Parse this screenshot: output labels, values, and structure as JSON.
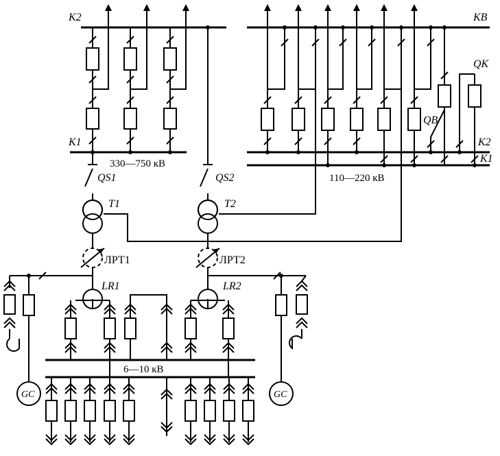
{
  "labels": {
    "k2_left": "K2",
    "k1_left": "K1",
    "kb": "KB",
    "k2_right": "K2",
    "k1_right": "K1",
    "qk": "QK",
    "qb": "QB",
    "hv_voltage": "330—750 кВ",
    "mv_voltage": "110—220 кВ",
    "lv_voltage": "6—10 кВ",
    "qs1": "QS1",
    "qs2": "QS2",
    "t1": "T1",
    "t2": "T2",
    "lrt1": "ЛРТ1",
    "lrt2": "ЛРТ2",
    "lr1": "LR1",
    "lr2": "LR2",
    "gc_left": "GC",
    "gc_right": "GC"
  }
}
